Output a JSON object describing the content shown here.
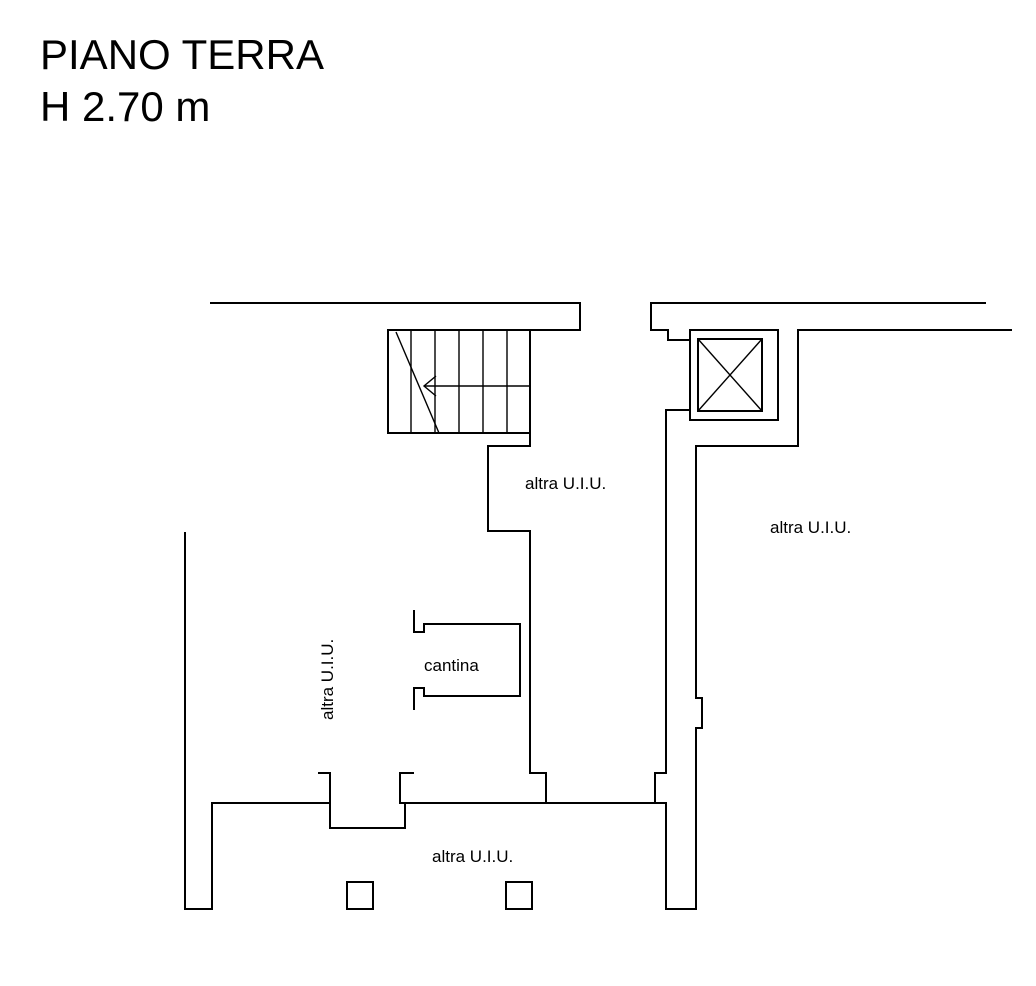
{
  "title": {
    "floor": "PIANO TERRA",
    "height": "H 2.70 m"
  },
  "rooms": {
    "adjacent_upper_center": "altra U.I.U.",
    "adjacent_right": "altra U.I.U.",
    "adjacent_left": "altra U.I.U.",
    "cellar": "cantina",
    "adjacent_bottom": "altra U.I.U."
  },
  "icons": {
    "staircase": "staircase-icon",
    "lift_shaft": "lift-shaft-icon"
  },
  "colors": {
    "line": "#000000",
    "background": "#ffffff"
  }
}
